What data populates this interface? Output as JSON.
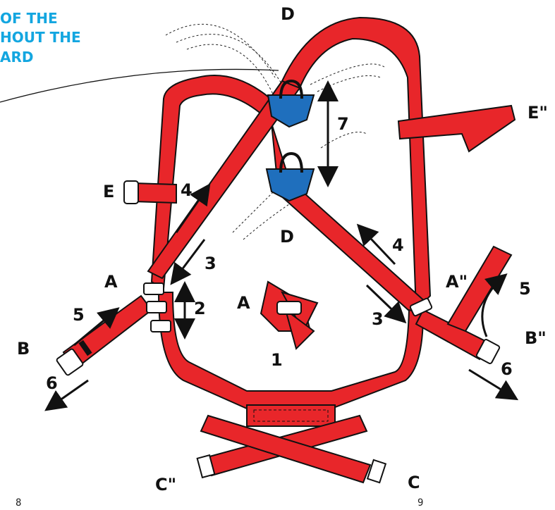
{
  "caption": {
    "lines": [
      "OF THE",
      "HOUT THE",
      "ARD"
    ]
  },
  "labels": {
    "A": "A",
    "A_center": "A",
    "A2": "A\"",
    "B": "B",
    "B2": "B\"",
    "C": "C",
    "C2": "C\"",
    "D_top": "D",
    "D_bottom": "D",
    "E": "E",
    "E2": "E\""
  },
  "steps": {
    "s1": "1",
    "s2": "2",
    "s3_left": "3",
    "s3_right": "3",
    "s4_left": "4",
    "s4_right": "4",
    "s5_left": "5",
    "s5_right": "5",
    "s6_left": "6",
    "s6_right": "6",
    "s7": "7"
  },
  "pages": {
    "left": "8",
    "right": "9"
  },
  "colors": {
    "strap": "#e8262a",
    "strap_outline": "#111111",
    "buckle_blue": "#1f6fbd",
    "caption_blue": "#13a6e0",
    "metal": "#ffffff"
  }
}
